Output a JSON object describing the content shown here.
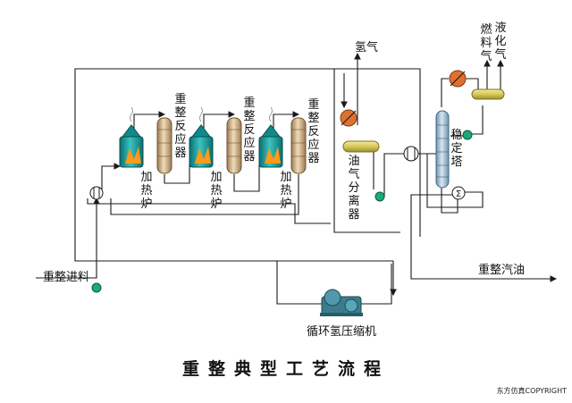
{
  "title": "重整典型工艺流程",
  "copyright": "东方仿真COPYRIGHT",
  "labels": {
    "reactor": "重整反应器",
    "heater": "加热炉",
    "feed": "重整进料",
    "hydrogen": "氢气",
    "separator": "油气分离器",
    "stabilizer": "稳定塔",
    "fuel_gas": "燃料气",
    "lpg": "液化气",
    "reformate": "重整汽油",
    "compressor": "循环氢压缩机"
  },
  "colors": {
    "line": "#1a1a1a",
    "heater_body": "#0f8a8a",
    "reactor_body": "#c9a67a",
    "separator_body": "#d8cf6a",
    "column_body": "#8ab0c8",
    "pump": "#1aaa7a",
    "cooler": "#e07030"
  }
}
